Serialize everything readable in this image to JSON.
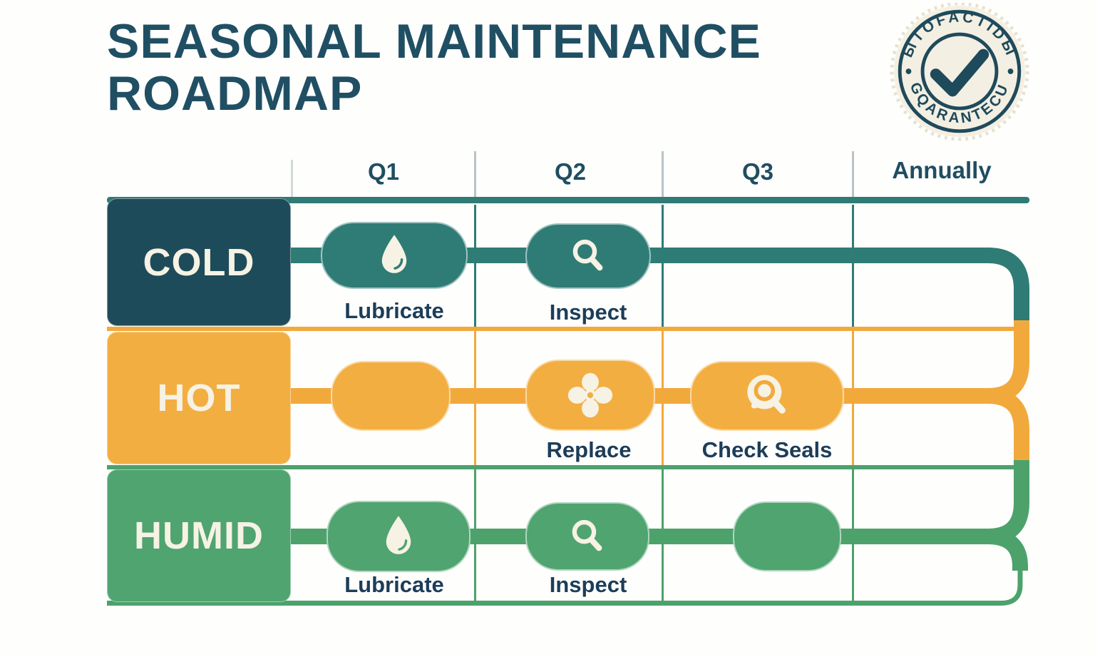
{
  "title": {
    "line1": "SEASONAL MAINTENANCE",
    "line2": "ROADMAP"
  },
  "badge": {
    "top": "ЫTOFACTIDЫ",
    "bottom": "GQARANTECU",
    "icon": "check-icon"
  },
  "columns": [
    {
      "label": "Q1"
    },
    {
      "label": "Q2"
    },
    {
      "label": "Q3"
    },
    {
      "label": "Annually"
    }
  ],
  "rows": [
    {
      "label": "COLD",
      "tasks": [
        {
          "col": "Q1",
          "icon": "droplet-icon",
          "label": "Lubricate"
        },
        {
          "col": "Q2",
          "icon": "magnifier-icon",
          "label": "Inspect"
        }
      ]
    },
    {
      "label": "HOT",
      "tasks": [
        {
          "col": "Q1",
          "icon": "",
          "label": ""
        },
        {
          "col": "Q2",
          "icon": "fan-icon",
          "label": "Replace"
        },
        {
          "col": "Q3",
          "icon": "seal-magnifier-icon",
          "label": "Check Seals"
        }
      ]
    },
    {
      "label": "HUMID",
      "tasks": [
        {
          "col": "Q1",
          "icon": "droplet-icon",
          "label": "Lubricate"
        },
        {
          "col": "Q2",
          "icon": "magnifier-icon",
          "label": "Inspect"
        },
        {
          "col": "Q3",
          "icon": "",
          "label": ""
        }
      ]
    }
  ],
  "colors": {
    "cold_box": "#1E4B5A",
    "cold_track": "#2E7C75",
    "hot_box": "#F3AE41",
    "hot_track": "#F2A93C",
    "humid_box": "#4FA470",
    "humid_track": "#4DA26B",
    "heading_ink": "#204F63",
    "task_ink": "#1D3D58",
    "cream": "#F6F2E4",
    "badge_bg": "#F3EFE2",
    "badge_ink": "#1E4A5C"
  }
}
